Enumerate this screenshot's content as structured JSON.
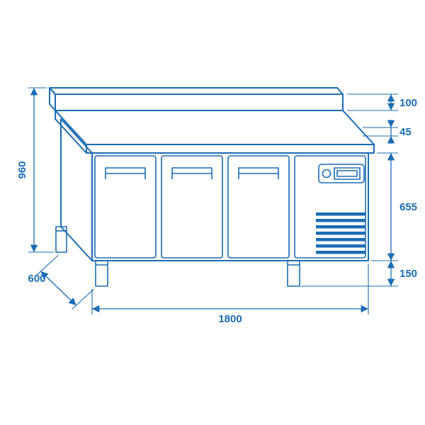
{
  "diagram": {
    "type": "technical-dimension-drawing",
    "subject": "three-door refrigerated counter with backsplash, worktop, ventilation grille and legs",
    "unit": "mm",
    "colors": {
      "line": "#1b6cb5",
      "background": "#ffffff"
    },
    "dimensions": {
      "backsplash_height": "100",
      "worktop_thickness": "45",
      "body_height": "655",
      "leg_height": "150",
      "overall_height": "960",
      "overall_depth": "600",
      "overall_width": "1800"
    }
  }
}
